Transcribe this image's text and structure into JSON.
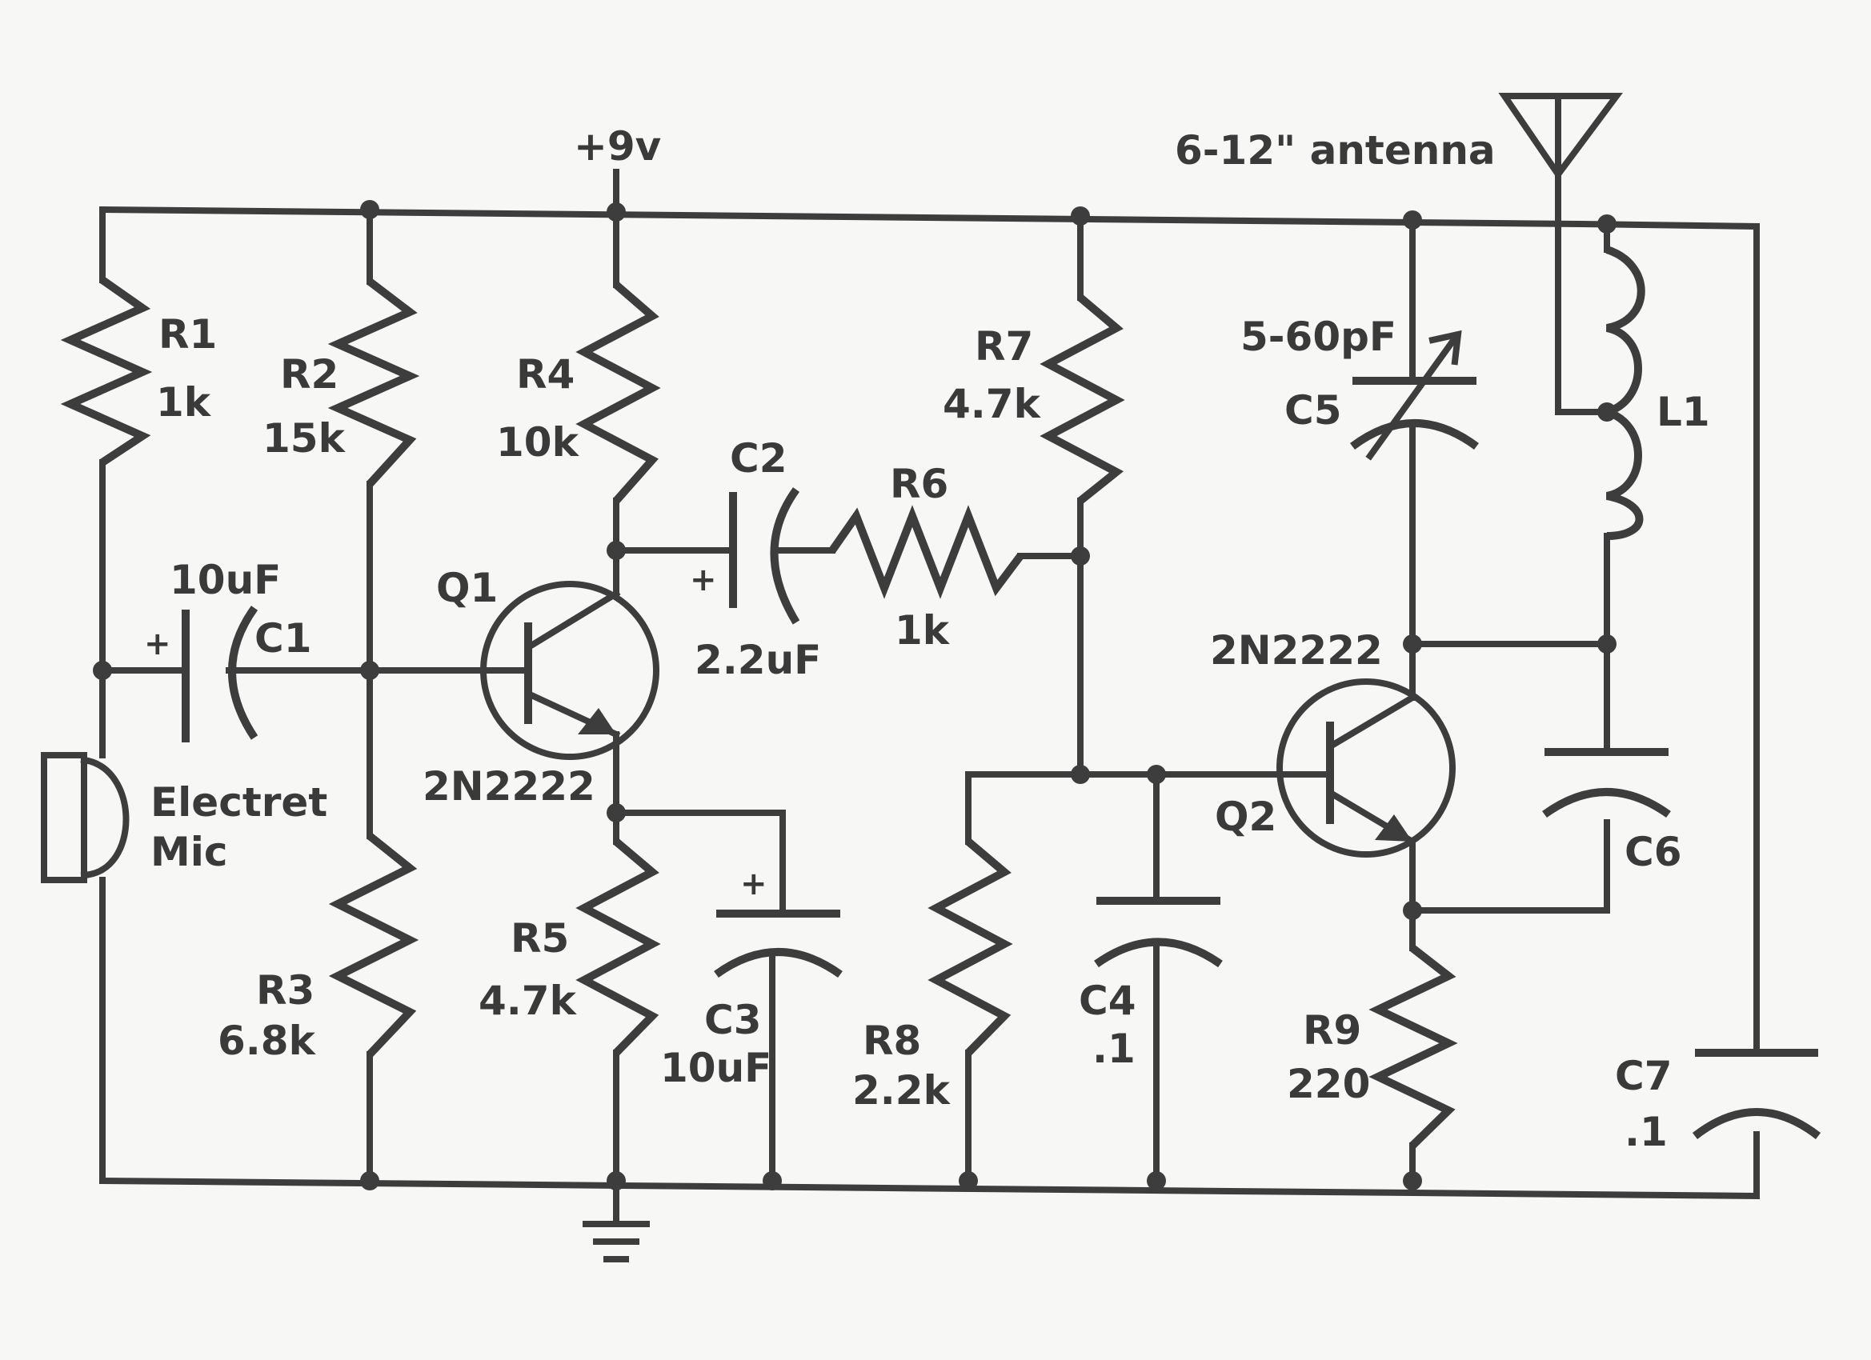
{
  "supply": {
    "label": "+9v"
  },
  "antenna": {
    "label": "6-12\" antenna"
  },
  "components": {
    "r1": {
      "ref": "R1",
      "value": "1k"
    },
    "r2": {
      "ref": "R2",
      "value": "15k"
    },
    "r3": {
      "ref": "R3",
      "value": "6.8k"
    },
    "r4": {
      "ref": "R4",
      "value": "10k"
    },
    "r5": {
      "ref": "R5",
      "value": "4.7k"
    },
    "r6": {
      "ref": "R6",
      "value": "1k"
    },
    "r7": {
      "ref": "R7",
      "value": "4.7k"
    },
    "r8": {
      "ref": "R8",
      "value": "2.2k"
    },
    "r9": {
      "ref": "R9",
      "value": "220"
    },
    "c1": {
      "ref": "C1",
      "value": "10uF",
      "polarity": "+"
    },
    "c2": {
      "ref": "C2",
      "value": "2.2uF",
      "polarity": "+"
    },
    "c3": {
      "ref": "C3",
      "value": "10uF",
      "polarity": "+"
    },
    "c4": {
      "ref": "C4",
      "value": ".1"
    },
    "c5": {
      "ref": "C5",
      "value": "5-60pF"
    },
    "c6": {
      "ref": "C6"
    },
    "c7": {
      "ref": "C7",
      "value": ".1"
    },
    "l1": {
      "ref": "L1"
    },
    "q1": {
      "ref": "Q1",
      "part": "2N2222"
    },
    "q2": {
      "ref": "Q2",
      "part": "2N2222"
    },
    "mic": {
      "line1": "Electret",
      "line2": "Mic"
    }
  }
}
